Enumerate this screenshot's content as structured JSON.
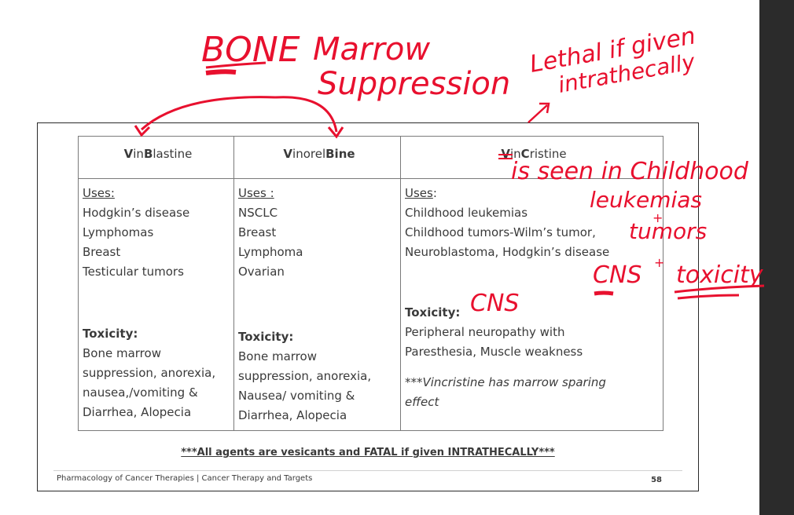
{
  "table": {
    "headers": [
      {
        "parts": [
          "V",
          "in",
          "B",
          "lastine"
        ]
      },
      {
        "parts": [
          "V",
          "inorel",
          "Bine",
          ""
        ]
      },
      {
        "parts": [
          "V",
          "in",
          "C",
          "ristine"
        ]
      }
    ],
    "col1": {
      "uses_label": "Uses:",
      "uses": [
        "Hodgkin’s disease",
        "Lymphomas",
        "Breast",
        "Testicular tumors"
      ],
      "toxicity_label": "Toxicity:",
      "toxicity": [
        "Bone marrow",
        "suppression, anorexia,",
        "nausea,/vomiting &",
        "Diarrhea, Alopecia"
      ]
    },
    "col2": {
      "uses_label": "Uses :",
      "uses": [
        "NSCLC",
        "Breast",
        "Lymphoma",
        "Ovarian"
      ],
      "toxicity_label": "Toxicity:",
      "toxicity": [
        "Bone marrow",
        "suppression, anorexia,",
        "Nausea/ vomiting &",
        "Diarrhea, Alopecia"
      ]
    },
    "col3": {
      "uses_label": "Uses",
      "uses_colon": ":",
      "uses": [
        "Childhood leukemias",
        "Childhood tumors-Wilm’s tumor,",
        "Neuroblastoma, Hodgkin’s disease"
      ],
      "toxicity_label": "Toxicity:",
      "toxicity": [
        "Peripheral neuropathy with",
        "Paresthesia, Muscle weakness"
      ],
      "note": [
        "***Vincristine has marrow sparing",
        "effect"
      ]
    }
  },
  "fatal_note": "***All agents are vesicants and FATAL if given INTRATHECALLY***",
  "footer": {
    "text": "Pharmacology of Cancer Therapies | Cancer Therapy and Targets",
    "page": "58"
  },
  "annotations": {
    "bone": "BONE",
    "marrow": "Marrow",
    "suppression": "Suppression",
    "lethal1": "Lethal if given",
    "lethal2": "intrathecally",
    "seen": "is seen in Childhood",
    "leuk": "leukemias",
    "plus": "+",
    "tumors": "tumors",
    "cns_tox": "CNS",
    "plus2": "+",
    "toxicity": "toxicity",
    "cns": "CNS"
  },
  "colors": {
    "ink": "#e8102e",
    "sidebar": "#2b2b2b",
    "text": "#3a3a3a"
  }
}
